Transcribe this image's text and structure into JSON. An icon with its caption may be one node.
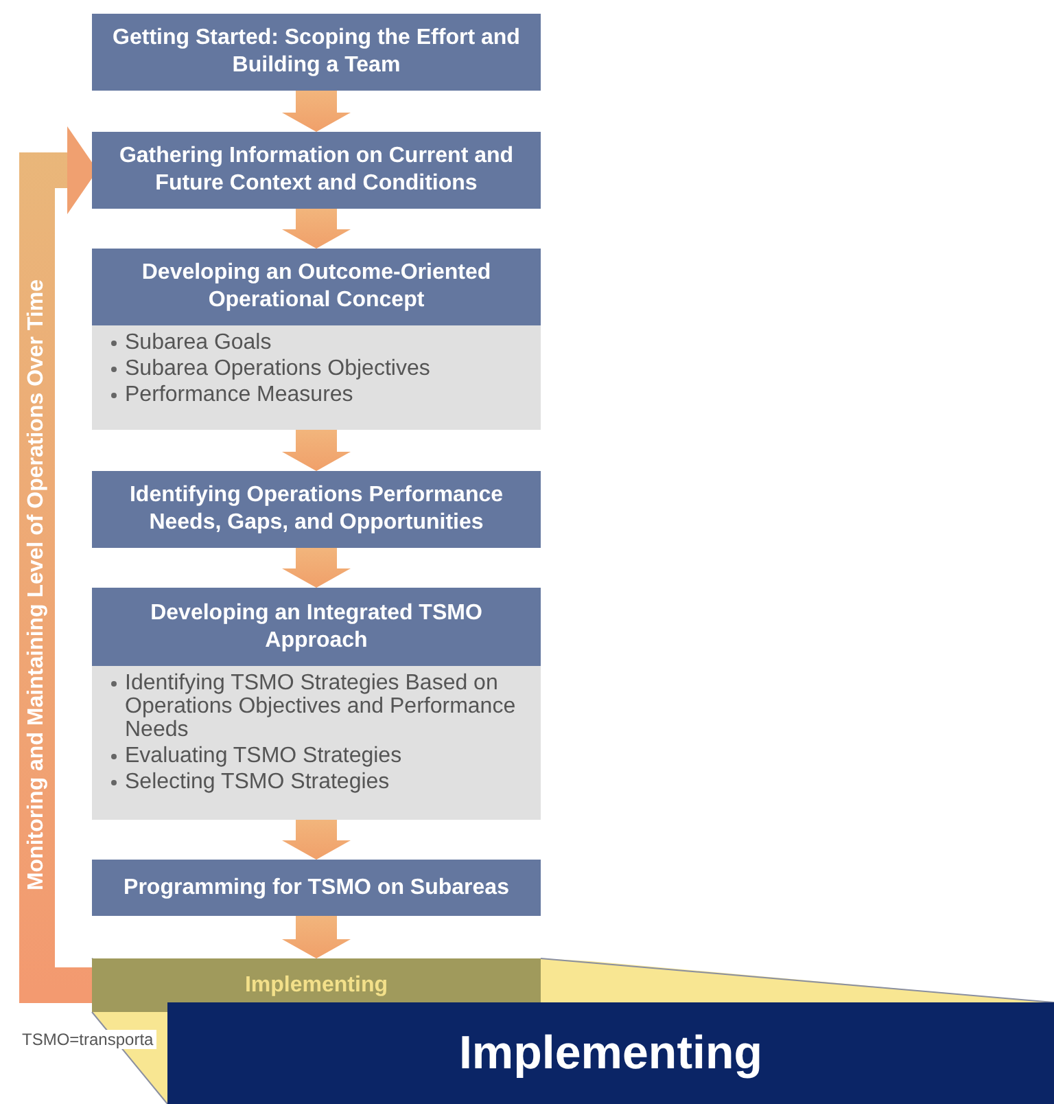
{
  "diagram": {
    "nodes": [
      {
        "text": [
          "Getting Started: Scoping the Effort and Building a Team"
        ]
      },
      {
        "text": [
          "Gathering Information on Current and Future Context and Conditions"
        ]
      },
      {
        "text": [
          "Developing an Outcome-Oriented Operational Concept",
          "Subarea Goals",
          "Subarea Operations Objectives",
          "Performance Measures"
        ]
      },
      {
        "text": [
          "Identifying Operations Performance Needs, Gaps, and Opportunities"
        ]
      },
      {
        "text": [
          "Developing an Integrated TSMO Approach",
          "Identifying TSMO Strategies Based on Operations Objectives and Performance Needs",
          "Evaluating TSMO Strategies",
          "Selecting TSMO Strategies"
        ]
      },
      {
        "text": [
          "Programming for TSMO on Subareas"
        ]
      },
      {
        "text": [
          "Implementing"
        ]
      },
      {
        "text": [
          "Implementing"
        ]
      }
    ],
    "edges": [
      {
        "from": 0,
        "to": 1,
        "arrow": "to"
      },
      {
        "from": 1,
        "to": 2,
        "arrow": "to"
      },
      {
        "from": 2,
        "to": 3,
        "arrow": "to"
      },
      {
        "from": 3,
        "to": 4,
        "arrow": "to"
      },
      {
        "from": 4,
        "to": 5,
        "arrow": "to"
      },
      {
        "from": 5,
        "to": 6,
        "arrow": "to"
      },
      {
        "from": 6,
        "to": 1,
        "arrow": "to",
        "label": "Monitoring and Maintaining Level of Operations Over Time"
      }
    ],
    "labels": [
      "TSMO=transporta"
    ]
  }
}
